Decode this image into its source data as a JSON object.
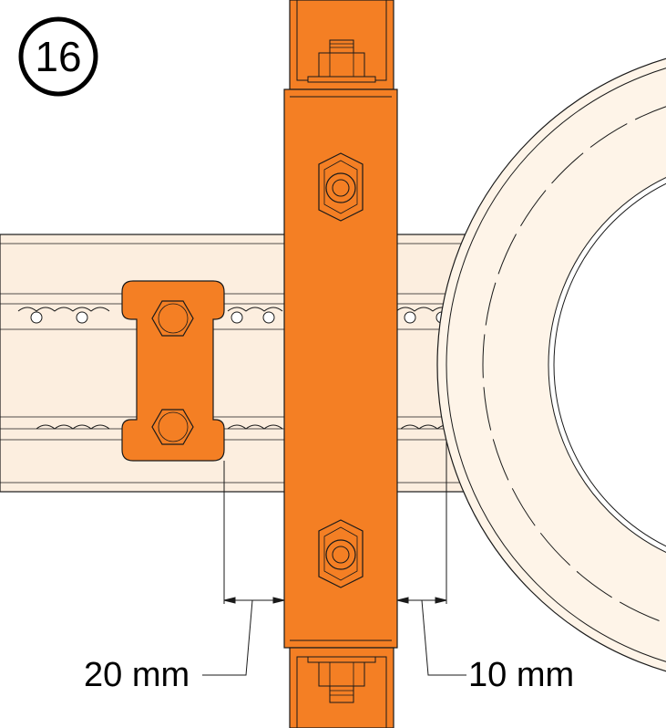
{
  "step_badge": {
    "number": "16"
  },
  "dimensions": {
    "left": {
      "text": "20 mm"
    },
    "right": {
      "text": "10 mm"
    }
  },
  "colors": {
    "part_orange": "#F47F24",
    "rail_fill": "#FCEEDF",
    "wheel_fill": "#FEF4E8",
    "outline": "#1a1a1a"
  }
}
